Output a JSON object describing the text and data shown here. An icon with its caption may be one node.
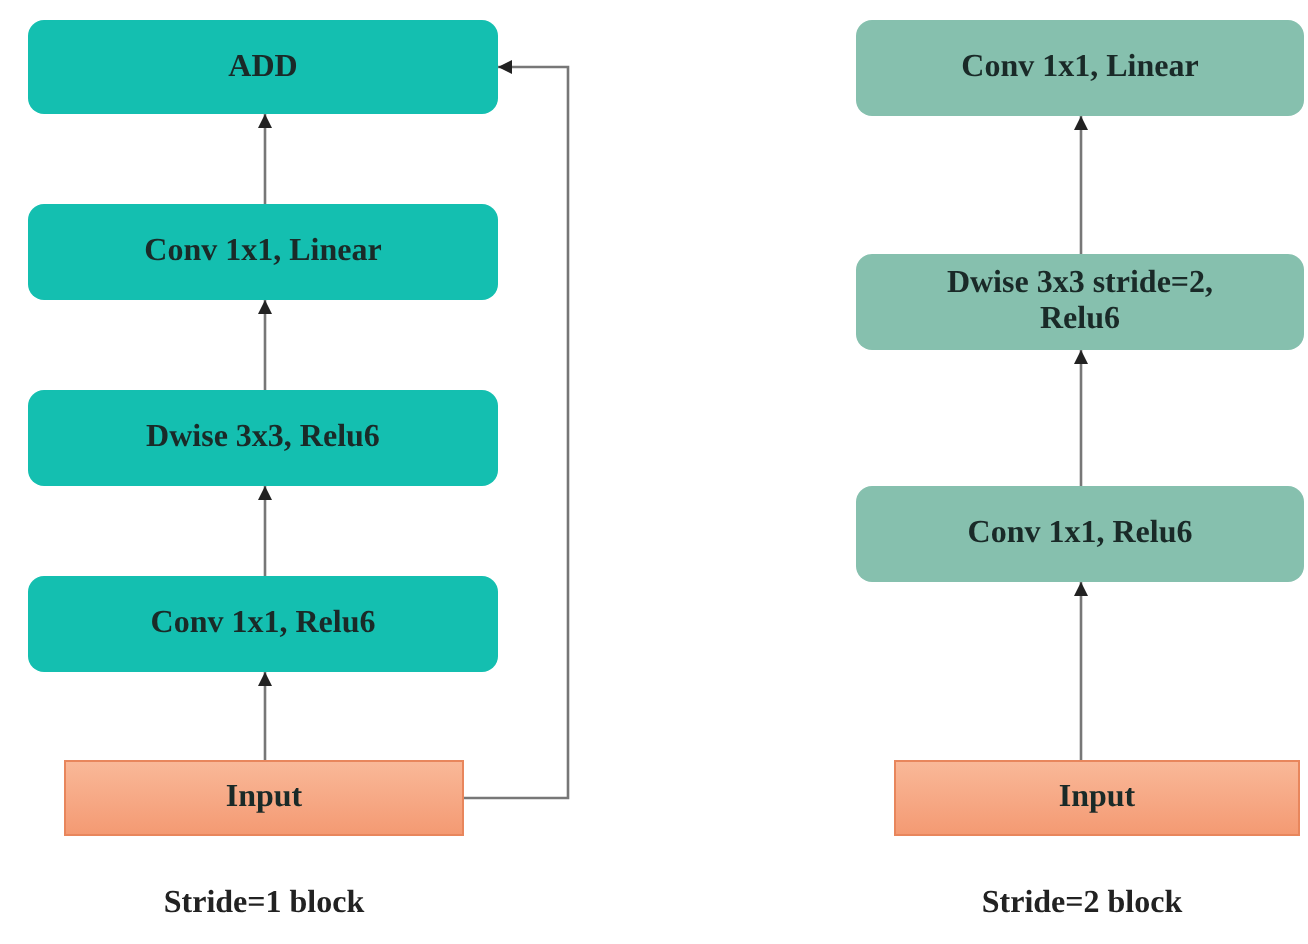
{
  "diagram": {
    "nodes": [
      {
        "text": [
          "ADD"
        ]
      },
      {
        "text": [
          "Conv 1x1, Linear"
        ]
      },
      {
        "text": [
          "Dwise 3x3, Relu6"
        ]
      },
      {
        "text": [
          "Conv 1x1, Relu6"
        ]
      },
      {
        "text": [
          "Input"
        ]
      },
      {
        "text": [
          "Conv 1x1, Linear"
        ]
      },
      {
        "text": [
          "Dwise 3x3 stride=2, Relu6"
        ]
      },
      {
        "text": [
          "Conv 1x1, Relu6"
        ]
      },
      {
        "text": [
          "Input"
        ]
      }
    ],
    "edges": [
      {
        "from": 4,
        "to": 3,
        "arrow": "to"
      },
      {
        "from": 3,
        "to": 2,
        "arrow": "to"
      },
      {
        "from": 2,
        "to": 1,
        "arrow": "to"
      },
      {
        "from": 1,
        "to": 0,
        "arrow": "to"
      },
      {
        "from": 4,
        "to": 0,
        "arrow": "to"
      },
      {
        "from": 8,
        "to": 7,
        "arrow": "to"
      },
      {
        "from": 7,
        "to": 6,
        "arrow": "to"
      },
      {
        "from": 6,
        "to": 5,
        "arrow": "to"
      }
    ],
    "labels": [
      "Stride=1 block",
      "Stride=2 block"
    ]
  }
}
